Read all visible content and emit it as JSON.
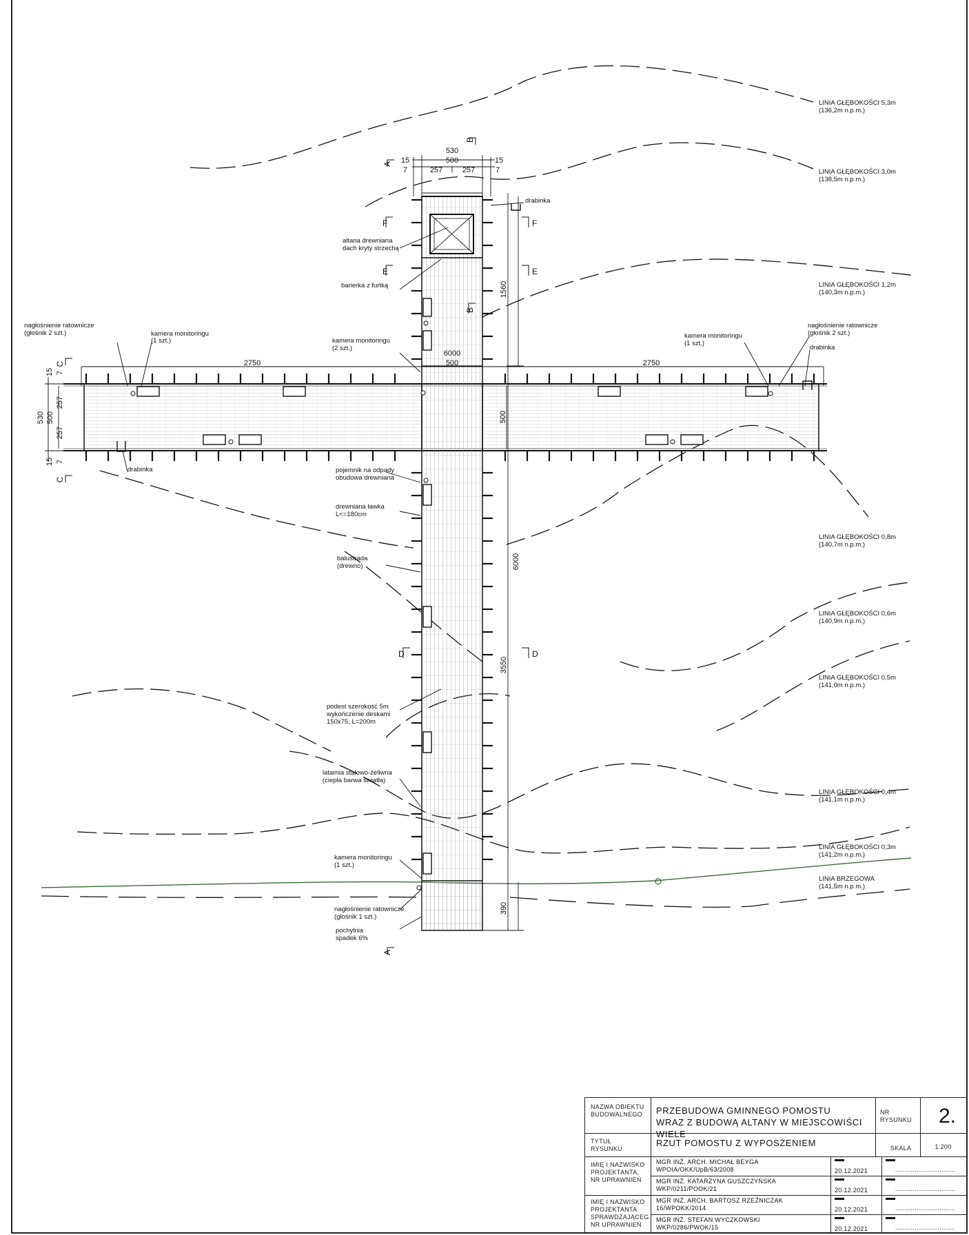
{
  "depth_lines": [
    {
      "label": "LINIA GŁĘBOKOŚCI 5,3m",
      "sub": "(136,2m n.p.m.)"
    },
    {
      "label": "LINIA GŁĘBOKOŚCI 3,0m",
      "sub": "(138,5m n.p.m.)"
    },
    {
      "label": "LINIA GŁĘBOKOŚCI 1,2m",
      "sub": "(140,3m n.p.m.)"
    },
    {
      "label": "LINIA GŁĘBOKOŚCI 0,8m",
      "sub": "(140,7m n.p.m.)"
    },
    {
      "label": "LINIA GŁĘBOKOŚCI 0,6m",
      "sub": "(140,9m n.p.m.)"
    },
    {
      "label": "LINIA GŁĘBOKOŚCI 0,5m",
      "sub": "(141,0m n.p.m.)"
    },
    {
      "label": "LINIA GŁĘBOKOŚCI 0,4m",
      "sub": "(141,1m n.p.m.)"
    },
    {
      "label": "LINIA GŁĘBOKOŚCI 0,3m",
      "sub": "(141,2m n.p.m.)"
    },
    {
      "label": "LINIA BRZEGOWA",
      "sub": "(141,5m n.p.m.)"
    }
  ],
  "annotations": {
    "drabinka": "drabinka",
    "altana_1": "altana drewniana",
    "altana_2": "dach kryty strzechą",
    "barierka": "barierka z furtką",
    "nagl_1": "nagłośnienie ratownicze",
    "nagl_2": "(głośnik 2 szt.)",
    "nagl_bottom_2": "(głośnik 1 szt.)",
    "kamera": "kamera monitoringu",
    "szt1": "(1 szt.)",
    "szt2": "(2 szt.)",
    "pojemnik_1": "pojemnik na odpady",
    "pojemnik_2": "obudowa drewniana",
    "lawka_1": "drewniana ławka",
    "lawka_2": "L<=180cm",
    "balustrada_1": "balustrada",
    "balustrada_2": "(drewno)",
    "podest_1": "podest szerokość 5m",
    "podest_2": "wykończenie deskami",
    "podest_3": "150x75, L=200m",
    "latarnia_1": "latarnia stalowo-żeliwna",
    "latarnia_2": "(ciepła barwa światła)",
    "pochylnia_1": "pochylnia",
    "pochylnia_2": "spadek 6%"
  },
  "dimensions": {
    "d530": "530",
    "d500": "500",
    "d15": "15",
    "d7": "7",
    "d257": "257",
    "d1560": "1560",
    "d6000": "6000",
    "d2750": "2750",
    "d3550": "3550",
    "d390": "390"
  },
  "sections": {
    "A": "A",
    "B": "B",
    "C": "C",
    "D": "D",
    "E": "E",
    "F": "F"
  },
  "title_block": {
    "object_label": "NAZWA OBIEKTU\nBUDOWALNEGO",
    "object_name": "PRZEBUDOWA GMINNEGO POMOSTU\nWRAZ Z BUDOWĄ ALTANY W MIEJSCOWIŚCI WIELE",
    "nr_label": "NR\nRYSUNKU",
    "nr_value": "2.",
    "title_label": "TYTUŁ\nRYSUNKU",
    "title_value": "RZUT POMOSTU Z WYPOSŻENIEM",
    "scale_label": "SKALA",
    "scale_value": "1:200",
    "designers_label": "IMIĘ I NAZWISKO\nPROJEKTANTA,\nNR UPRAWNIEŃ",
    "designer_1": "MGR INŻ. ARCH. MICHAŁ BEYGA\nWPOIA/OKK/UpB/63/2008",
    "designer_2": "MGR INŻ. KATARZYNA GUSZCZYŃSKA\nWKP/0211/POOK/21",
    "checkers_label": "IMIĘ I NAZWISKO\nPROJEKTANTA\nSPRAWDZAJĄCEGO,\nNR UPRAWNIEŃ",
    "checker_1": "MGR INŻ. ARCH. BARTOSZ RZEŹNICZAK\n16/WPOKK/2014",
    "checker_2": "MGR INŻ. STEFAN WYCZKOWSKI\nWKP/0286/PWOK/15",
    "date": "20.12.2021",
    "dots": "..............................."
  }
}
